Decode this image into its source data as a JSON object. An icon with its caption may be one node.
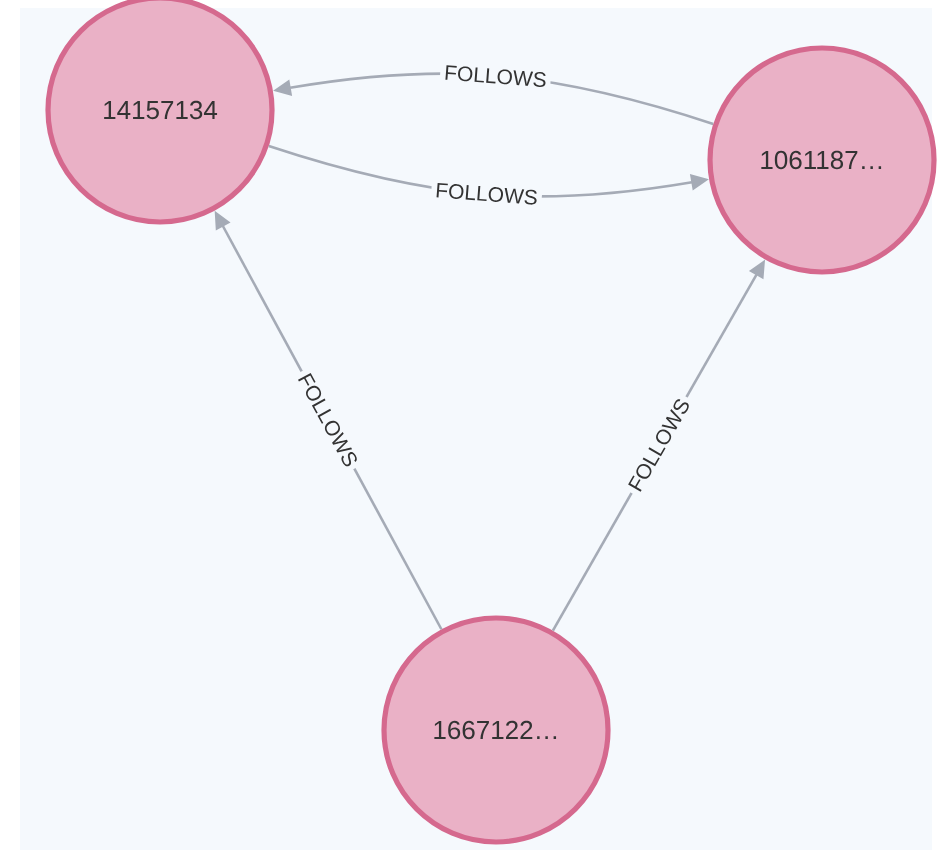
{
  "diagram": {
    "nodes": [
      {
        "text": [
          "14157134"
        ]
      },
      {
        "text": [
          "1061187…"
        ]
      },
      {
        "text": [
          "1667122…"
        ]
      }
    ],
    "edges": [
      {
        "from": 1,
        "to": 0,
        "arrow": "to",
        "label": "FOLLOWS"
      },
      {
        "from": 0,
        "to": 1,
        "arrow": "to",
        "label": "FOLLOWS"
      },
      {
        "from": 2,
        "to": 0,
        "arrow": "to",
        "label": "FOLLOWS"
      },
      {
        "from": 2,
        "to": 1,
        "arrow": "to",
        "label": "FOLLOWS"
      }
    ]
  }
}
